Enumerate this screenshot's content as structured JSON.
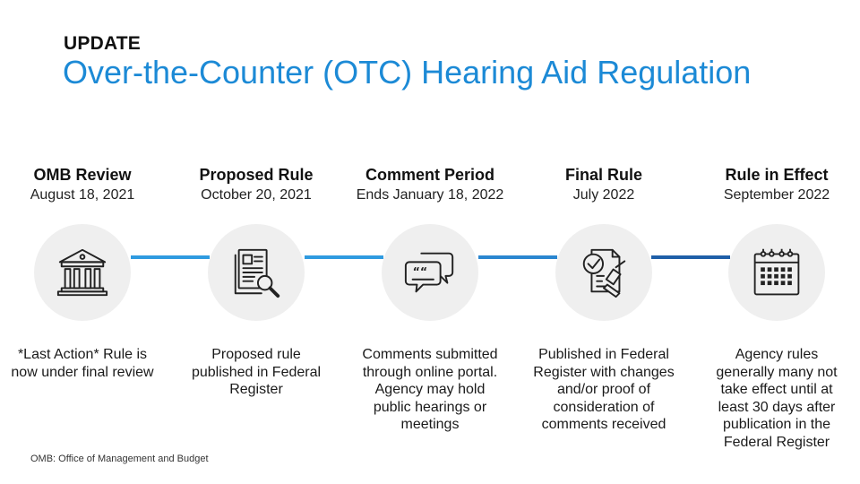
{
  "header": {
    "eyebrow": "UPDATE",
    "title": "Over-the-Counter (OTC) Hearing Aid Regulation"
  },
  "colors": {
    "title": "#1c8ad6",
    "connector_light": "#2f9be0",
    "connector_dark": "#1f5fa8",
    "circle_bg": "#efefef"
  },
  "steps": [
    {
      "title": "OMB Review",
      "date": "August 18, 2021",
      "icon": "government-building-icon",
      "description": "*Last Action* Rule is now under final review"
    },
    {
      "title": "Proposed Rule",
      "date": "October 20, 2021",
      "icon": "document-magnifier-icon",
      "description": "Proposed rule published in Federal Register"
    },
    {
      "title": "Comment Period",
      "date": "Ends January 18, 2022",
      "icon": "speech-bubbles-icon",
      "description": "Comments submitted through online portal. Agency may hold public hearings or meetings"
    },
    {
      "title": "Final Rule",
      "date": "July 2022",
      "icon": "stamped-document-icon",
      "description": "Published in Federal Register with changes and/or proof of consideration of comments received"
    },
    {
      "title": "Rule in Effect",
      "date": "September 2022",
      "icon": "calendar-icon",
      "description": "Agency rules generally many not take effect until at least 30 days after publication in the Federal Register"
    }
  ],
  "footnote": "OMB: Office of Management and Budget"
}
